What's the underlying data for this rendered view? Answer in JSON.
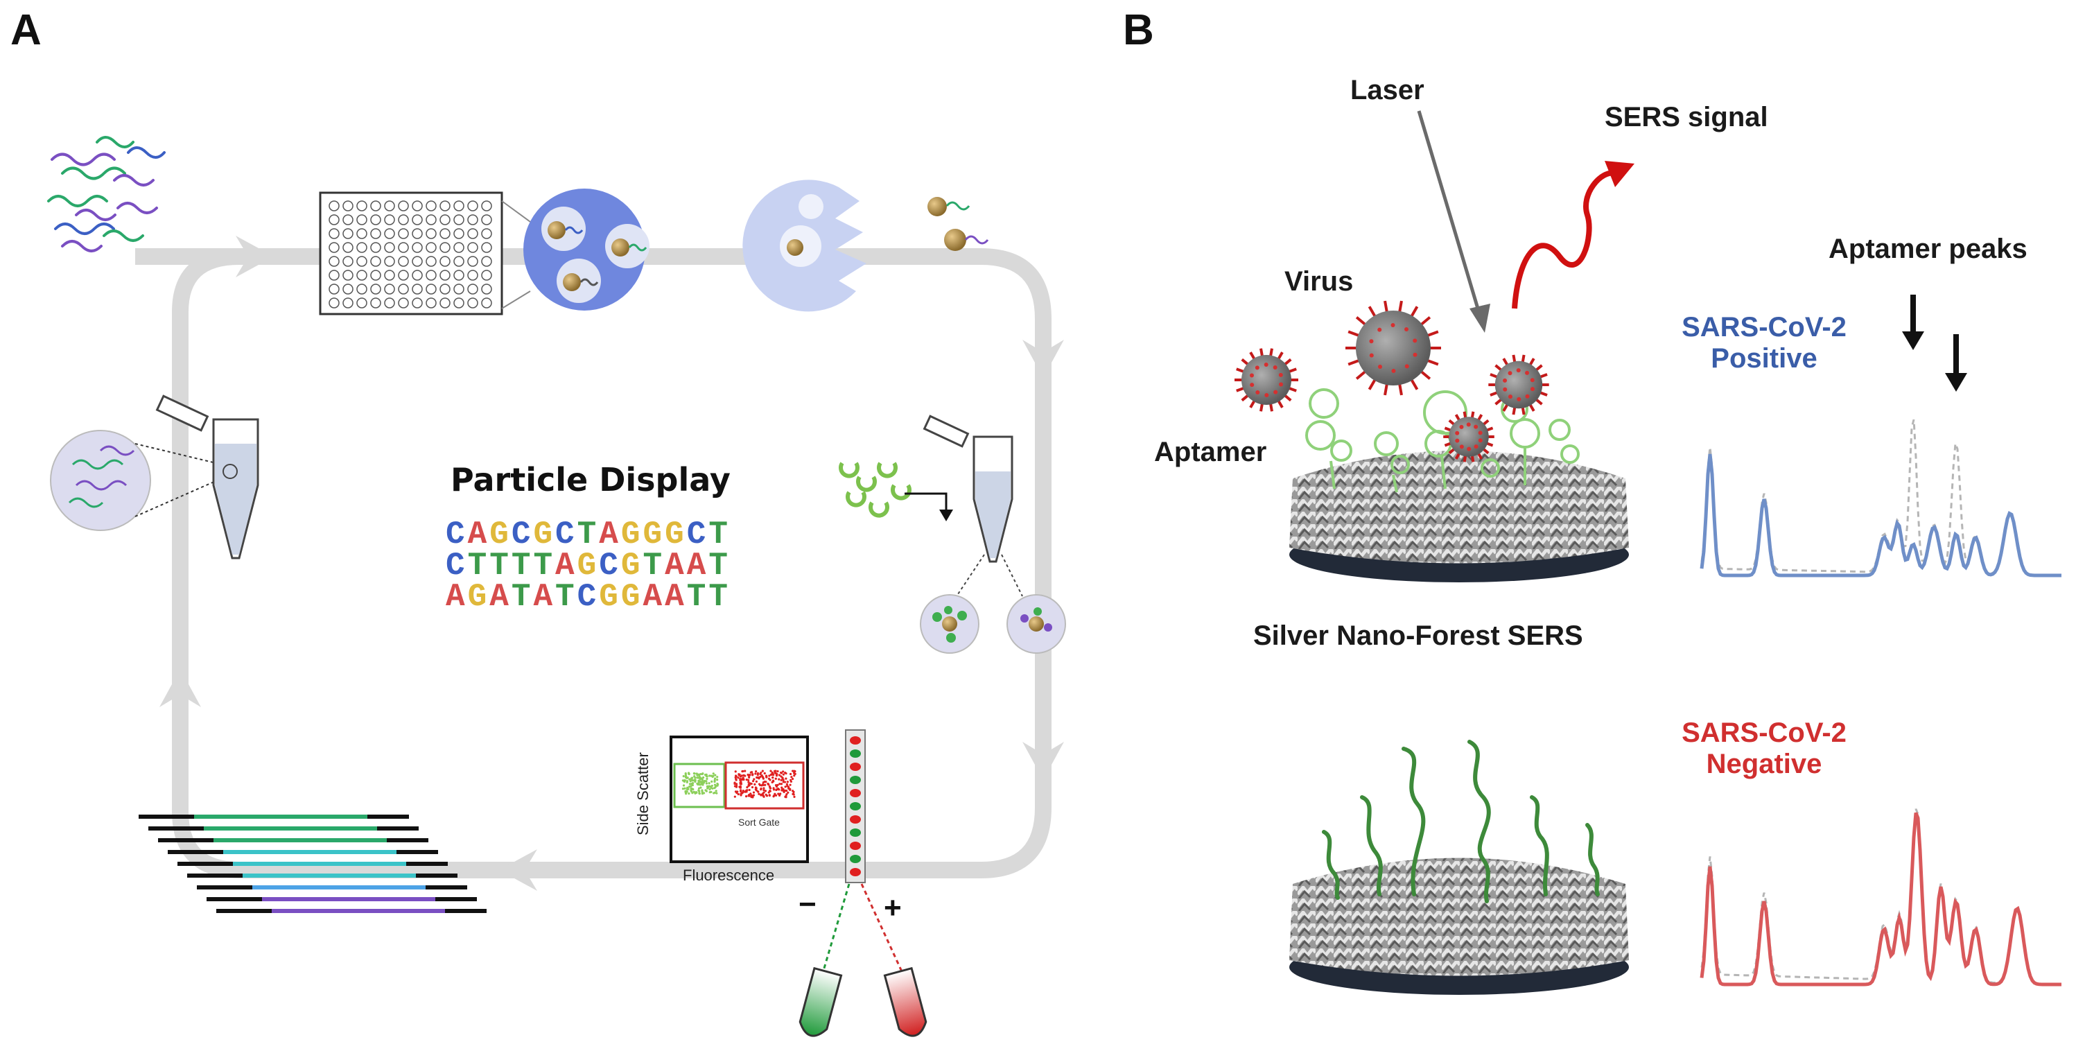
{
  "panels": {
    "a": "A",
    "b": "B"
  },
  "panel_a": {
    "title": "Particle Display",
    "sequences": [
      {
        "letters": [
          "C",
          "A",
          "G",
          "C",
          "G",
          "C",
          "T",
          "A",
          "G",
          "G",
          "G",
          "C",
          "T"
        ]
      },
      {
        "letters": [
          "C",
          "T",
          "T",
          "T",
          "T",
          "A",
          "G",
          "C",
          "G",
          "T",
          "A",
          "A",
          "T"
        ]
      },
      {
        "letters": [
          "A",
          "G",
          "A",
          "T",
          "A",
          "T",
          "C",
          "G",
          "G",
          "A",
          "A",
          "T",
          "T"
        ]
      }
    ],
    "plot": {
      "ylabel": "Side Scatter",
      "xlabel": "Fluorescence",
      "gate_label": "Sort Gate"
    },
    "minus_sign": "−",
    "plus_sign": "+"
  },
  "panel_b": {
    "laser": "Laser",
    "sers_signal": "SERS signal",
    "virus": "Virus",
    "aptamer": "Aptamer",
    "substrate": "Silver Nano-Forest SERS",
    "aptamer_peaks": "Aptamer peaks",
    "positive_line1": "SARS-CoV-2",
    "positive_line2": "Positive",
    "negative_line1": "SARS-CoV-2",
    "negative_line2": "Negative"
  },
  "colors": {
    "base_A": "#d64c4c",
    "base_C": "#3b5fc4",
    "base_G": "#e0b83a",
    "base_T": "#3c9a4a",
    "positive": "#3a5da8",
    "negative": "#d02f2f",
    "cycle": "#d9d9d9",
    "plate_circle": "#6f87de",
    "aptamer_green": "#6cbf4f"
  }
}
